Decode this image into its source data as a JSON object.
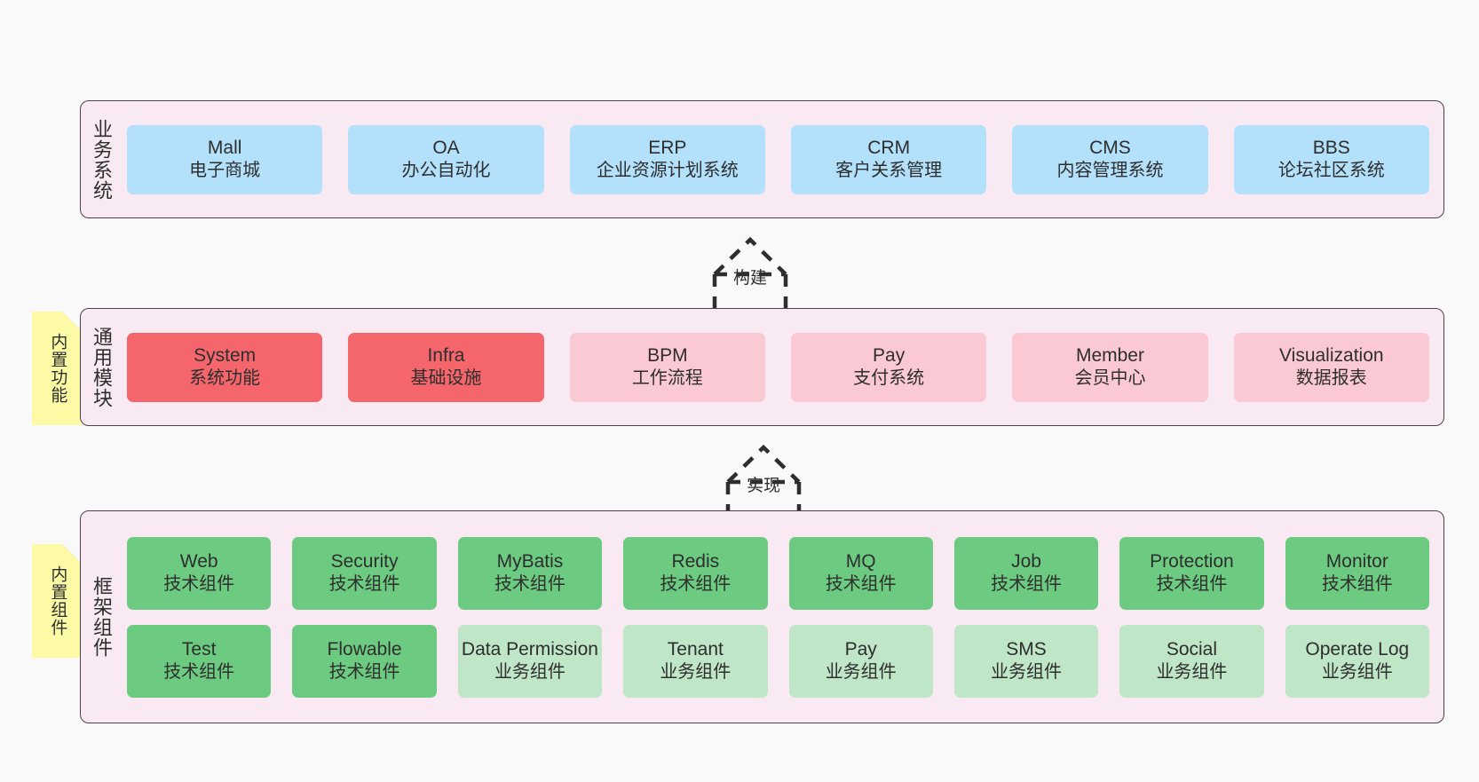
{
  "diagram": {
    "background": "#f9f9f9",
    "panel_fill": "#f8e9f3",
    "panel_stroke": "#50404f",
    "note_fill": "#fdfaa6",
    "colors": {
      "business": "#b3e0fb",
      "module_core": "#f4666c",
      "module_optional": "#fbc9d3",
      "framework_tech": "#6ccb80",
      "framework_business": "#bfe6c6"
    }
  },
  "layers": [
    {
      "id": "business-system",
      "title": "业务系统",
      "note": null,
      "rows": [
        {
          "items": [
            {
              "name": "Mall",
              "sub": "电子商城",
              "style": "blue"
            },
            {
              "name": "OA",
              "sub": "办公自动化",
              "style": "blue"
            },
            {
              "name": "ERP",
              "sub": "企业资源计划系统",
              "style": "blue"
            },
            {
              "name": "CRM",
              "sub": "客户关系管理",
              "style": "blue"
            },
            {
              "name": "CMS",
              "sub": "内容管理系统",
              "style": "blue"
            },
            {
              "name": "BBS",
              "sub": "论坛社区系统",
              "style": "blue"
            }
          ]
        }
      ]
    },
    {
      "id": "common-module",
      "title": "通用模块",
      "note": "内置功能",
      "rows": [
        {
          "items": [
            {
              "name": "System",
              "sub": "系统功能",
              "style": "red"
            },
            {
              "name": "Infra",
              "sub": "基础设施",
              "style": "red"
            },
            {
              "name": "BPM",
              "sub": "工作流程",
              "style": "pink"
            },
            {
              "name": "Pay",
              "sub": "支付系统",
              "style": "pink"
            },
            {
              "name": "Member",
              "sub": "会员中心",
              "style": "pink"
            },
            {
              "name": "Visualization",
              "sub": "数据报表",
              "style": "pink"
            }
          ]
        }
      ]
    },
    {
      "id": "framework-component",
      "title": "框架组件",
      "note": "内置组件",
      "rows": [
        {
          "items": [
            {
              "name": "Web",
              "sub": "技术组件",
              "style": "green"
            },
            {
              "name": "Security",
              "sub": "技术组件",
              "style": "green"
            },
            {
              "name": "MyBatis",
              "sub": "技术组件",
              "style": "green"
            },
            {
              "name": "Redis",
              "sub": "技术组件",
              "style": "green"
            },
            {
              "name": "MQ",
              "sub": "技术组件",
              "style": "green"
            },
            {
              "name": "Job",
              "sub": "技术组件",
              "style": "green"
            },
            {
              "name": "Protection",
              "sub": "技术组件",
              "style": "green"
            },
            {
              "name": "Monitor",
              "sub": "技术组件",
              "style": "green"
            }
          ]
        },
        {
          "items": [
            {
              "name": "Test",
              "sub": "技术组件",
              "style": "green"
            },
            {
              "name": "Flowable",
              "sub": "技术组件",
              "style": "green"
            },
            {
              "name": "Data Permission",
              "sub": "业务组件",
              "style": "lgreen",
              "wrap": true
            },
            {
              "name": "Tenant",
              "sub": "业务组件",
              "style": "lgreen"
            },
            {
              "name": "Pay",
              "sub": "业务组件",
              "style": "lgreen"
            },
            {
              "name": "SMS",
              "sub": "业务组件",
              "style": "lgreen"
            },
            {
              "name": "Social",
              "sub": "业务组件",
              "style": "lgreen"
            },
            {
              "name": "Operate Log",
              "sub": "业务组件",
              "style": "lgreen"
            }
          ]
        }
      ]
    }
  ],
  "arrows": [
    {
      "id": "arrow-build",
      "label": "构建"
    },
    {
      "id": "arrow-implement",
      "label": "实现"
    }
  ]
}
